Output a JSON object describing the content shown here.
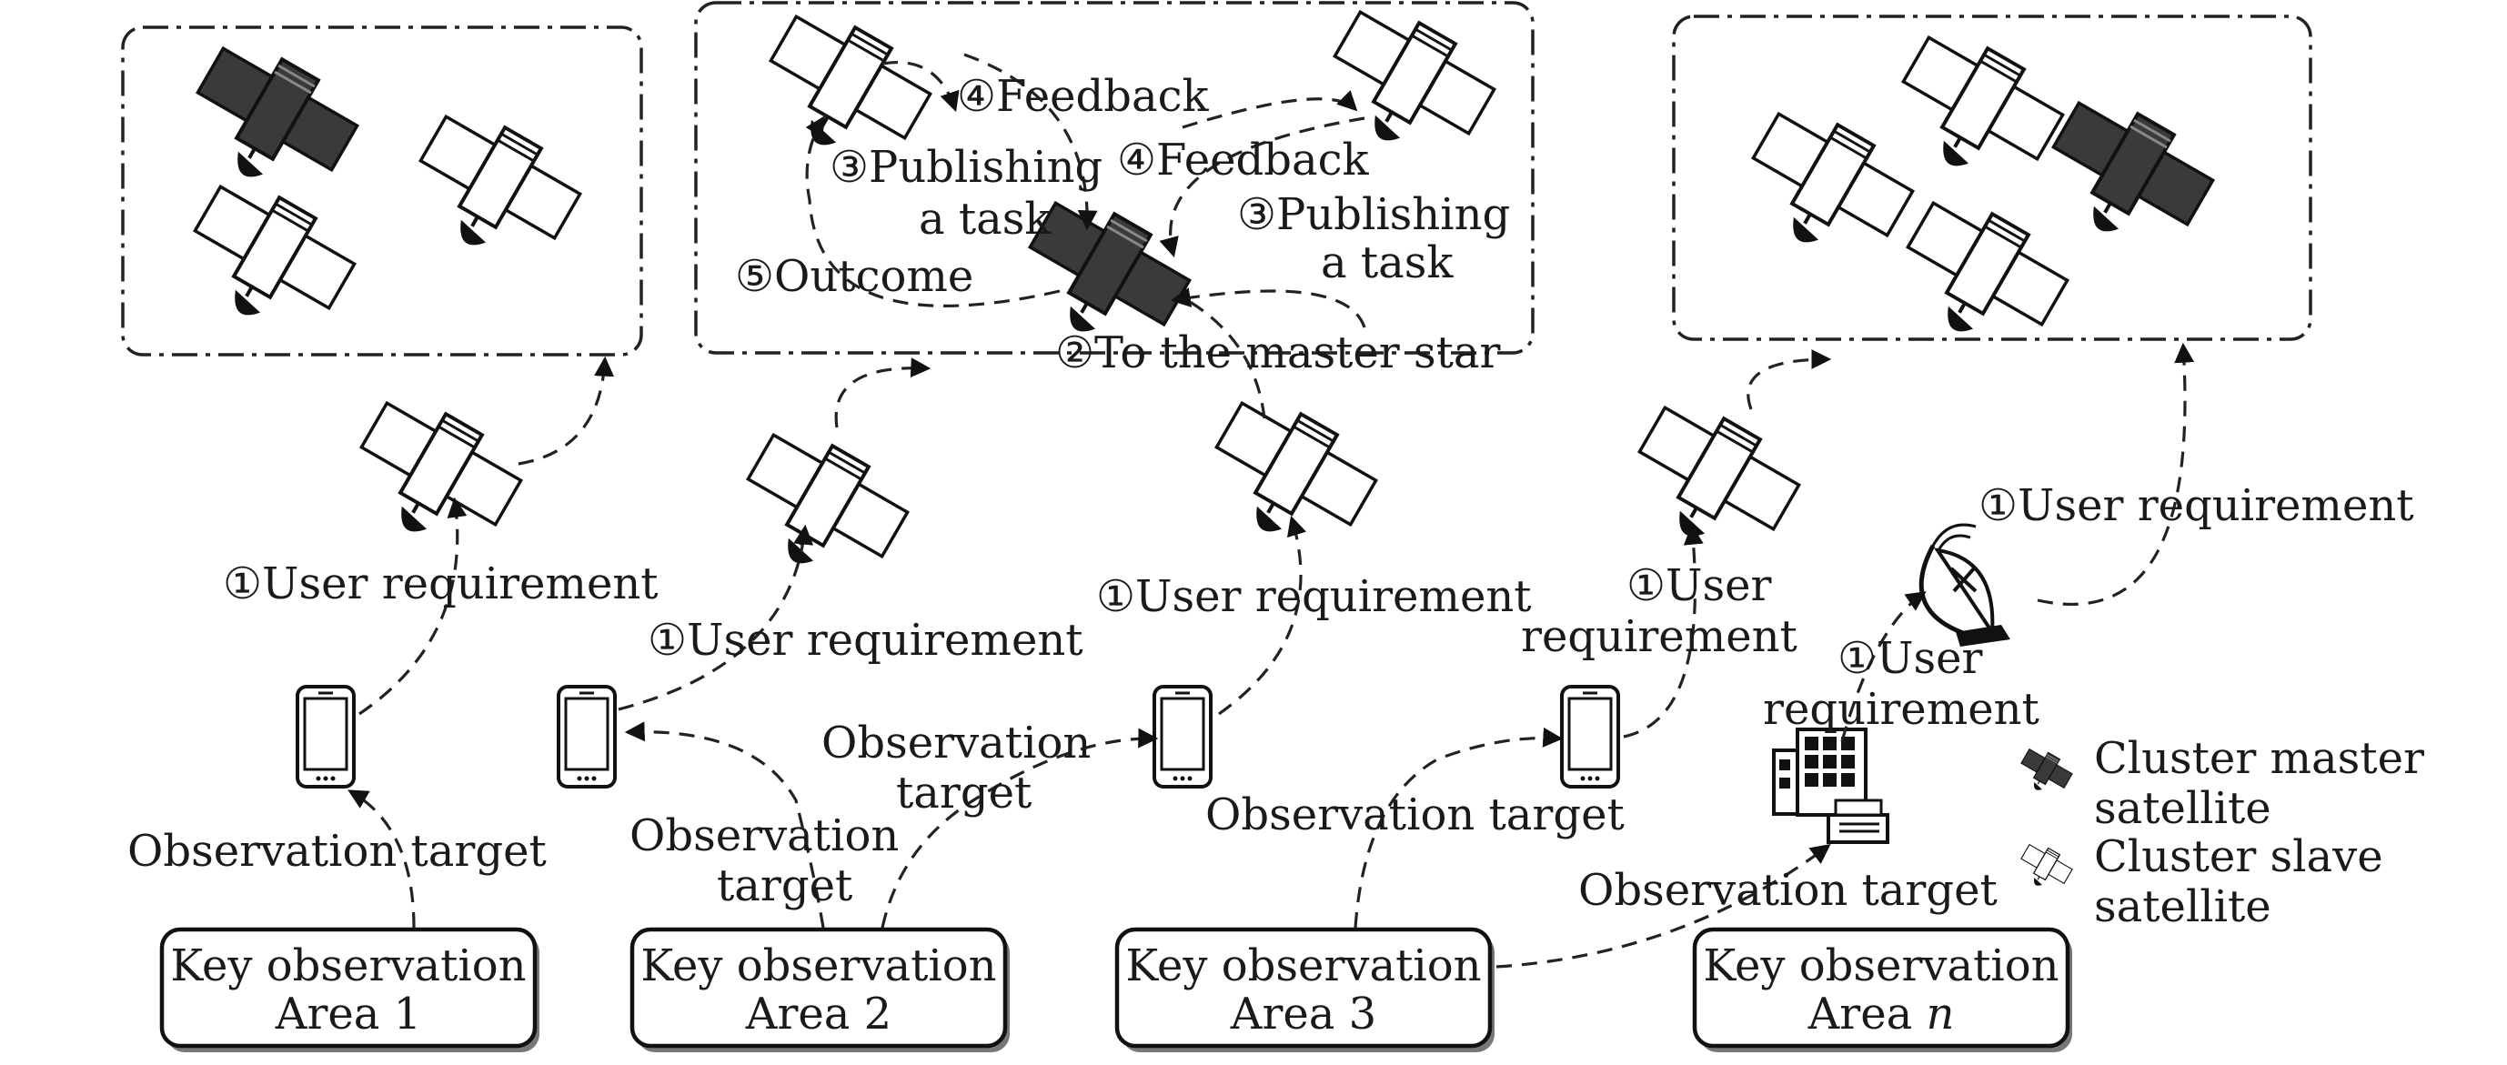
{
  "clusters": [
    {
      "name": "cluster-1"
    },
    {
      "name": "cluster-2",
      "labels": {
        "feedback_a": "④Feedback",
        "publishing_a_1": "③Publishing",
        "publishing_a_2": "a task",
        "feedback_b": "④Feedback",
        "publishing_b_1": "③Publishing",
        "publishing_b_2": "a task",
        "outcome": "⑤Outcome",
        "to_master": "②To the master star"
      }
    },
    {
      "name": "cluster-n"
    }
  ],
  "flow_labels": {
    "req_1": "①User requirement",
    "req_2": "①User requirement",
    "req_3": "①User requirement",
    "req_4_line1": "①User",
    "req_4_line2": "requirement",
    "req_5_line1": "①User",
    "req_5_line2": "requirement",
    "req_6": "①User requirement",
    "obs_1": "Observation target",
    "obs_2_line1": "Observation",
    "obs_2_line2": "target",
    "obs_3_line1": "Observation",
    "obs_3_line2": "target",
    "obs_4": "Observation target",
    "obs_5": "Observation target"
  },
  "areas": [
    {
      "line1": "Key observation",
      "line2": "Area 1"
    },
    {
      "line1": "Key observation",
      "line2": "Area 2"
    },
    {
      "line1": "Key observation",
      "line2": "Area 3"
    },
    {
      "line1": "Key observation",
      "line2_prefix": "Area ",
      "line2_var": "n"
    }
  ],
  "legend": {
    "master_line1": "Cluster master",
    "master_line2": "satellite",
    "slave_line1": "Cluster slave",
    "slave_line2": "satellite",
    "master_color": "#3a3a3a",
    "slave_color": "#ffffff"
  }
}
